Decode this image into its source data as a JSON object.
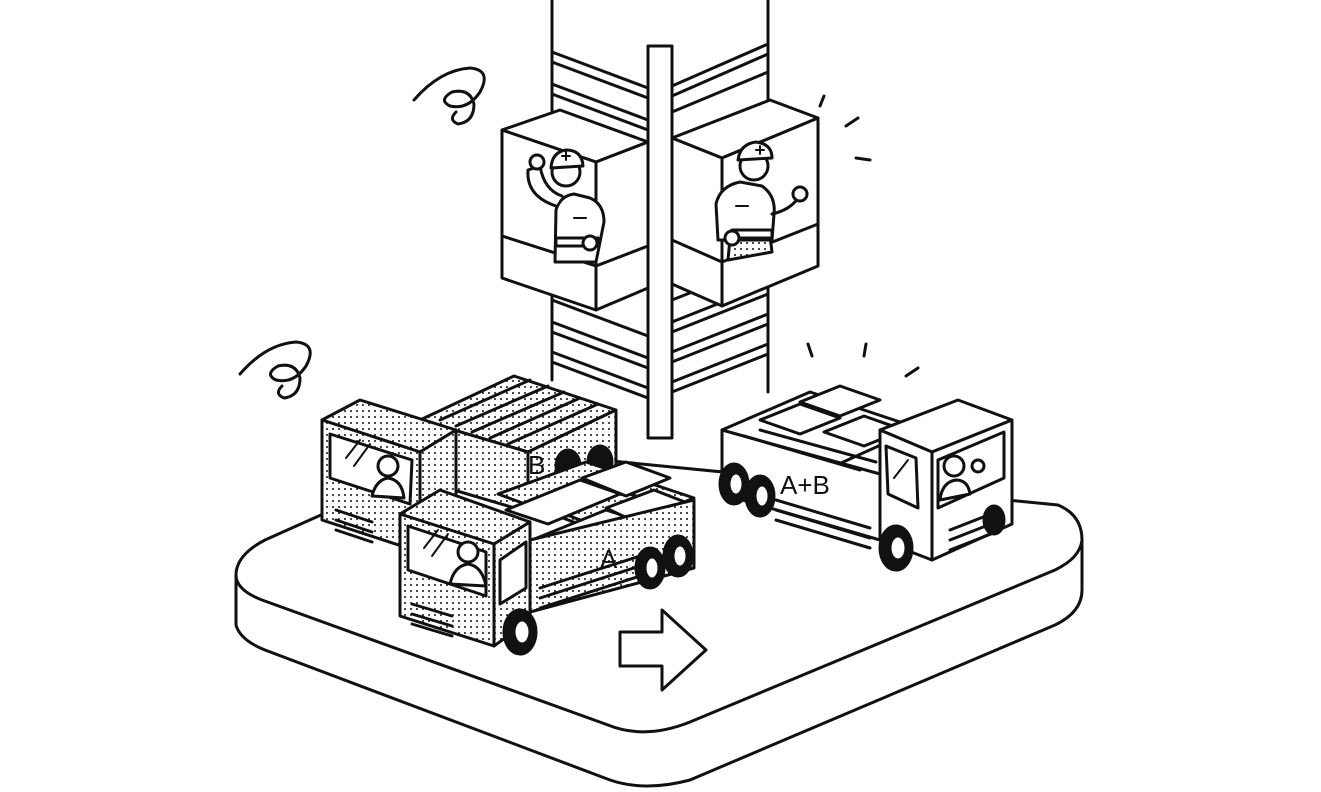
{
  "illustration": {
    "truck_a_label": "A",
    "truck_b_label": "B",
    "truck_combined_label": "A+B"
  },
  "colors": {
    "ink": "#111111",
    "paper": "#ffffff"
  },
  "icons": {
    "direction": "right-arrow-icon",
    "signal": "radio-wave-icon",
    "alert": "shake-lines-icon"
  }
}
